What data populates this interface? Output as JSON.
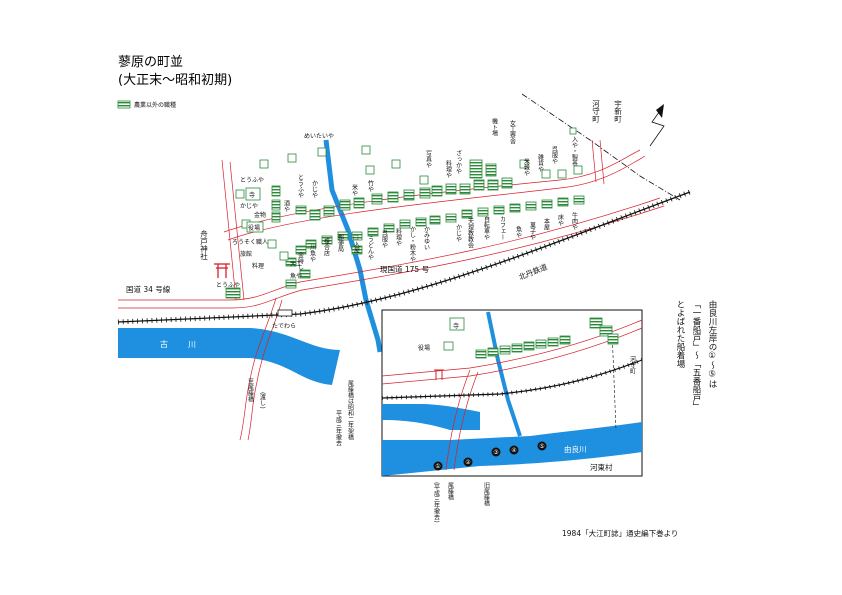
{
  "title": {
    "line1": "蓼原の町並",
    "line2": "(大正末〜昭和初期)"
  },
  "legend": {
    "label": "農業以外の職種"
  },
  "colors": {
    "river": "#1f8fe0",
    "road": "#d9202a",
    "building": "#2a8a3a",
    "hatch_bg": "#ffffff",
    "ink": "#111111"
  },
  "labels": {
    "meitaiya": "めいたいや",
    "toufuya_top": "とうふや",
    "tera": "寺",
    "kajiya_left": "かじや",
    "kinmono": "金物",
    "yakuba": "役場",
    "rousoku": "ろうそく職人",
    "ryokan": "旅館",
    "ryori_left": "料理",
    "funato": "舟戸神社",
    "toufuya_bottom": "とうふや",
    "kokudo34": "国道 34 号線",
    "tadewara": "たでわら",
    "furukawa": "古　川",
    "shiobi_old": "至尾藤橋",
    "watashi": "(渡し)",
    "shiobi_note": "尾藤橋は昭和二年架橋",
    "shiobi_note2": "平成三年撤去",
    "genkokudo": "現国道 175 号",
    "kitatan": "北丹鉄道",
    "koshumachi": "河守町",
    "ushinmachi": "宇新町",
    "kikai": "機ト場",
    "jokou": "女工寮舎",
    "shashinya": "写真や",
    "zakkaya": "ざっかや",
    "ryoriya": "料理や",
    "nyuya": "入や・製茶",
    "gofukuya": "呉服や",
    "zakka2": "雑貨や",
    "komeya": "米穀や",
    "gyuya": "牛肉や",
    "tokoya": "床や",
    "hondana": "本屋",
    "kashiya": "菓子や",
    "uoya": "魚や",
    "cafe": "カフェー",
    "jitensha": "自転車や",
    "tenkou": "天理教教会",
    "kajiya2": "かじや",
    "kamiyui": "かみゆい",
    "kashi2": "かし・粉木や",
    "ryoriya2": "料理や",
    "ruigeiya": "呉服や",
    "udonya": "うどんや",
    "iriya": "□入屋",
    "yuseikyoku": "郵便局",
    "fukugo": "複合店",
    "kawauo": "川魚や",
    "kinjo": "金時し",
    "daiku": "大工",
    "uoya2": "魚や",
    "touya": "とうふや",
    "kaji3": "かじや",
    "koya": "米や",
    "takeya": "竹や",
    "sake": "酒や",
    "inset_tera": "寺",
    "inset_yakuba": "役場",
    "inset_koshu": "河守町",
    "yuragawa": "由良川",
    "kouto": "河東村",
    "old_bridge": "旧尾藤橋",
    "shiobi_bridge": "尾藤橋",
    "shiobi_bridge_note": "(平成三年撤去)",
    "side_note1": "由良川左岸の①〜⑤は",
    "side_note2": "「一番船戸」〜「五番船戸」",
    "side_note3": "とよばれた船着場",
    "source": "1984「大江町誌」通史編下巻より"
  },
  "landings": [
    "①",
    "②",
    "③",
    "④",
    "⑤"
  ]
}
